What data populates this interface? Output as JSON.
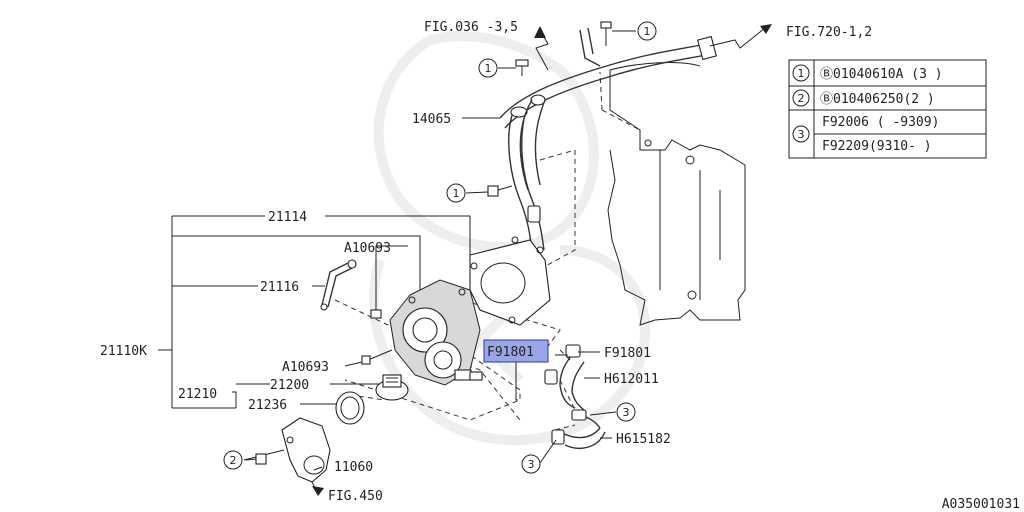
{
  "figure_refs": {
    "fig036": "FIG.036 -3,5",
    "fig720": "FIG.720-1,2",
    "fig450": "FIG.450"
  },
  "callouts": {
    "c1": "1",
    "c2": "2",
    "c3": "3"
  },
  "parts": {
    "p14065": "14065",
    "p21114": "21114",
    "p21116": "21116",
    "p21110k": "21110K",
    "a10693_top": "A10693",
    "a10693_bottom": "A10693",
    "p21210": "21210",
    "p21200": "21200",
    "p21236": "21236",
    "p11060": "11060",
    "f91801_left": "F91801",
    "f91801_right": "F91801",
    "h612011": "H612011",
    "h615182": "H615182"
  },
  "legend": {
    "rows": [
      {
        "key": "1",
        "text": "Ⓑ01040610A (3 )"
      },
      {
        "key": "2",
        "text": "Ⓑ010406250(2 )"
      },
      {
        "key": "3",
        "text": "F92006 ( -9309)"
      },
      {
        "key": "3",
        "text": "F92209(9310- )"
      }
    ]
  },
  "code": "A035001031"
}
